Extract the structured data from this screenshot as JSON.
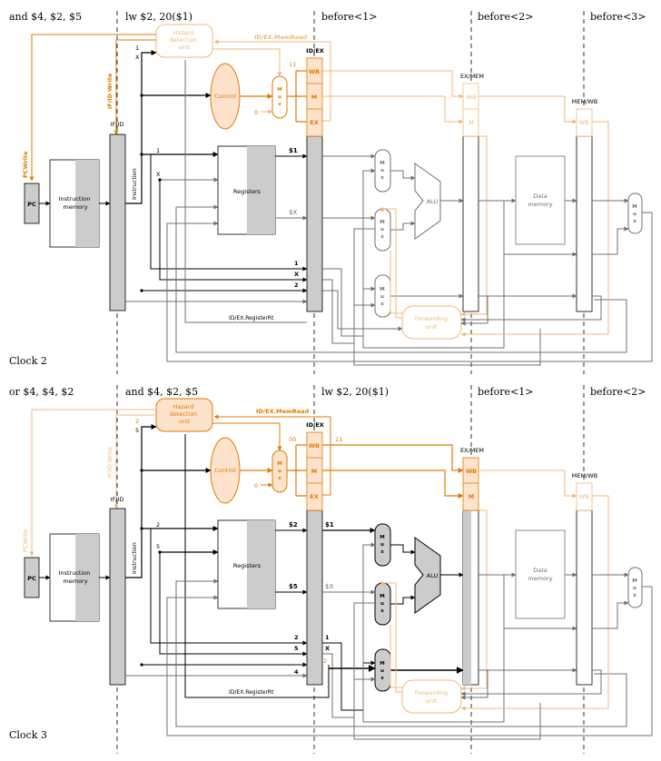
{
  "colors": {
    "orange": "#e07b00",
    "light_orange": "#f3b77c",
    "orange_fill": "#fde3cc",
    "gray_wire": "#707070",
    "dark": "#000000",
    "register_gray": "#cccccc"
  },
  "top": {
    "stages": [
      "and $4, $2, $5",
      "lw $2, 20($1)",
      "before<1>",
      "before<2>",
      "before<3>"
    ],
    "clock": "Clock 2",
    "hazard": [
      "Hazard",
      "detection",
      "unit"
    ],
    "memread": "ID/EX.MemRead",
    "pcwrite": "PCWrite",
    "ifidwrite": "IF/ID Write",
    "ctrl_code": "11",
    "rf_val1": "$1",
    "rf_val2": "$X",
    "ifid_reg1": "1",
    "ifid_reg2": "X",
    "hz_in1": "1",
    "hz_in2": "X",
    "idex_rt_a": "1",
    "idex_rt_b": "X",
    "idex_rd": "2",
    "registerrt": "ID/EX.RegisterRt"
  },
  "bottom": {
    "stages": [
      "or $4, $4, $2",
      "and $4, $2, $5",
      "lw $2, 20($1)",
      "before<1>",
      "before<2>"
    ],
    "clock": "Clock 3",
    "hazard": [
      "Hazard",
      "detection",
      "unit"
    ],
    "memread": "ID/EX.MemRead",
    "pcwrite": "PCWrite",
    "ifidwrite": "IF/ID Write",
    "ctrl_code": "00",
    "ex_code": "11",
    "rf_val1": "$2",
    "rf_val2": "$5",
    "idex_val1": "$1",
    "idex_val2": "$X",
    "ifid_reg1": "2",
    "ifid_reg2": "5",
    "hz_in1": "2",
    "hz_in2": "5",
    "idex_rt_a": "2",
    "idex_rt_b": "5",
    "idex_rd": "4",
    "out_rt_a": "1",
    "out_rt_b": "X",
    "out_rd": "2",
    "registerrt": "ID/EX.RegisterRt"
  },
  "common": {
    "pc": "PC",
    "instruction_memory": [
      "Instruction",
      "memory"
    ],
    "instruction": "Instruction",
    "registers": "Registers",
    "control": "Control",
    "mux": [
      "M",
      "u",
      "x"
    ],
    "zero": "0",
    "alu": "ALU",
    "data_memory": [
      "Data",
      "memory"
    ],
    "forwarding": [
      "Forwarding",
      "unit"
    ],
    "ifid": "IF/ID",
    "idex": "ID/EX",
    "exmem": "EX/MEM",
    "memwb": "MEM/WB",
    "wb": "WB",
    "m": "M",
    "ex": "EX"
  }
}
